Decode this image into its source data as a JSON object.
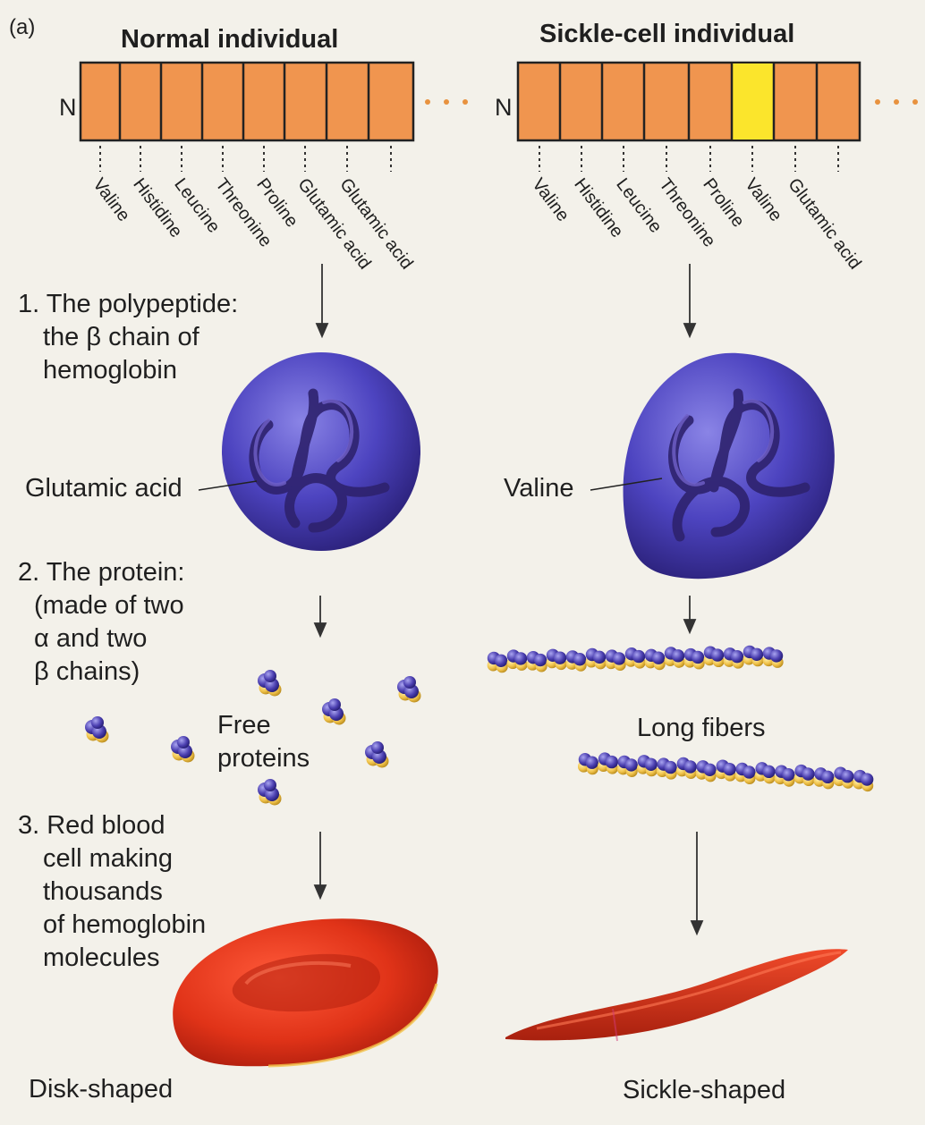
{
  "panel_label": "(a)",
  "normal": {
    "title": "Normal individual",
    "n_terminus": "N",
    "amino_acids": [
      "Valine",
      "Histidine",
      "Leucine",
      "Threonine",
      "Proline",
      "Glutamic acid",
      "Glutamic acid"
    ],
    "residue_label": "Glutamic acid",
    "protein_label_line1": "Free",
    "protein_label_line2": "proteins",
    "cell_label": "Disk-shaped"
  },
  "sickle": {
    "title": "Sickle-cell individual",
    "n_terminus": "N",
    "amino_acids": [
      "Valine",
      "Histidine",
      "Leucine",
      "Threonine",
      "Proline",
      "Valine",
      "Glutamic acid"
    ],
    "residue_label": "Valine",
    "protein_label": "Long fibers",
    "cell_label": "Sickle-shaped"
  },
  "steps": {
    "step1": [
      "1. The polypeptide:",
      "the β chain of",
      "hemoglobin"
    ],
    "step2": [
      "2. The protein:",
      "(made of two",
      "α and two",
      "β chains)"
    ],
    "step3": [
      "3. Red blood",
      "cell making",
      "thousands",
      "of hemoglobin",
      "molecules"
    ]
  },
  "colors": {
    "normal_residue": "#f0954f",
    "mutant_residue": "#fbe52c",
    "protein_blue": "#4b3fb0",
    "cell_red": "#d8301c"
  }
}
